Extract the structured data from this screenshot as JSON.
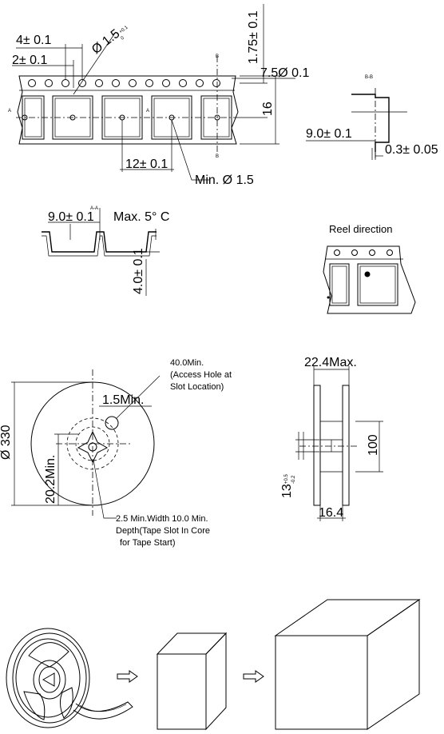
{
  "tape_top": {
    "dim_pitch_4": "4± 0.1",
    "dim_2": "2± 0.1",
    "dim_hole_dia": "Ø 1.5",
    "dim_hole_dia_tol_plus": "+0.1",
    "dim_hole_dia_tol_zero": "0",
    "dim_175": "1.75± 0.1",
    "dim_75": "7.5Ø 0.1",
    "dim_16": "16",
    "dim_12": "12± 0.1",
    "dim_min15": "Min. Ø 1.5",
    "label_a_left": "A",
    "label_a_mid": "A",
    "label_b_top": "B",
    "label_b_bottom": "B"
  },
  "section_bb": {
    "label": "B-B",
    "dim_9": "9.0± 0.1",
    "dim_03": "0.3± 0.05"
  },
  "section_aa": {
    "label": "A-A",
    "dim_9": "9.0± 0.1",
    "dim_max5": "Max. 5° C",
    "dim_4": "4.0± 0.1"
  },
  "reel_direction": {
    "title": "Reel direction"
  },
  "reel_front": {
    "note_access_1": "40.0Min.",
    "note_access_2": "(Access Hole at",
    "note_access_3": "Slot Location)",
    "dim_15min": "1.5Min.",
    "dim_330": "Ø 330",
    "dim_202": "20.2Min.",
    "note_slot_1": "2.5 Min.Width 10.0 Min.",
    "note_slot_2": "Depth(Tape Slot In Core",
    "note_slot_3": "for Tape Start)"
  },
  "reel_side": {
    "dim_224": "22.4Max.",
    "dim_100": "100",
    "dim_13": "13",
    "dim_13_tol_plus": "+0.5",
    "dim_13_tol_minus": "-0.2",
    "dim_164": "16.4"
  }
}
